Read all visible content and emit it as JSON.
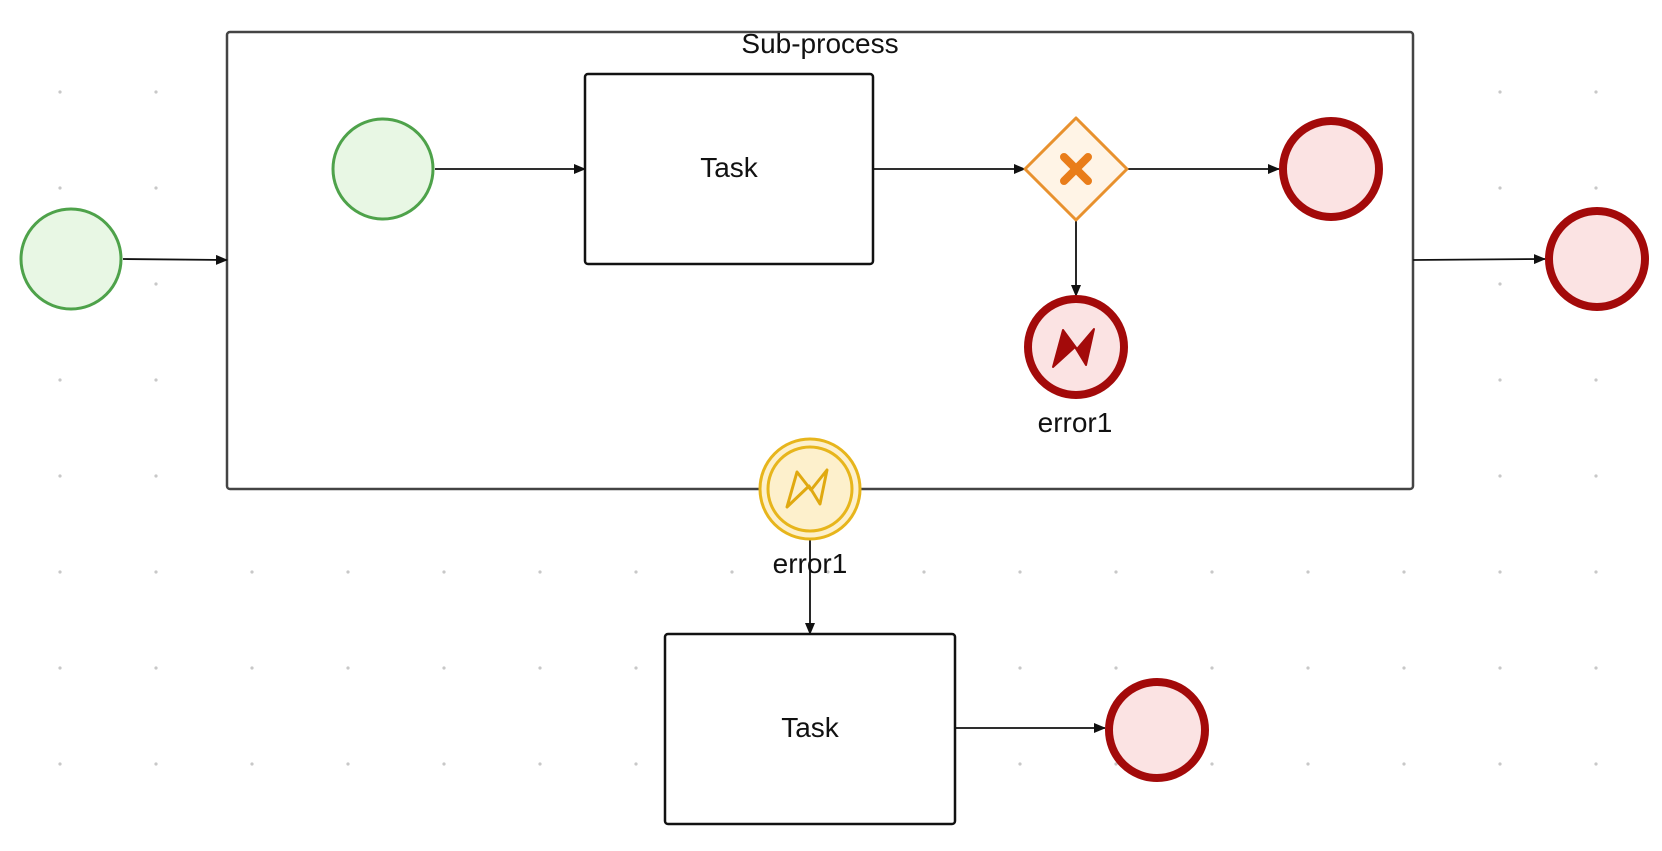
{
  "diagram": {
    "subprocess": {
      "label": "Sub-process"
    },
    "tasks": [
      {
        "id": "task-inner",
        "label": "Task"
      },
      {
        "id": "task-outer",
        "label": "Task"
      }
    ],
    "error_end_event": {
      "label": "error1"
    },
    "boundary_error_event": {
      "label": "error1"
    }
  },
  "colors": {
    "start_stroke": "#4ea24a",
    "start_fill": "#e8f7e4",
    "end_stroke": "#a30a0a",
    "end_fill": "#fbe3e3",
    "gateway_stroke": "#e8912e",
    "gateway_fill": "#fff4e6",
    "gateway_mark": "#e97d1a",
    "boundary_stroke": "#e7b51c",
    "boundary_fill": "#fdf0cc",
    "line": "#111111",
    "grid_dot": "#c8c8c8"
  },
  "icons": {
    "gateway": "exclusive-gateway-x-icon",
    "error": "error-lightning-icon"
  }
}
